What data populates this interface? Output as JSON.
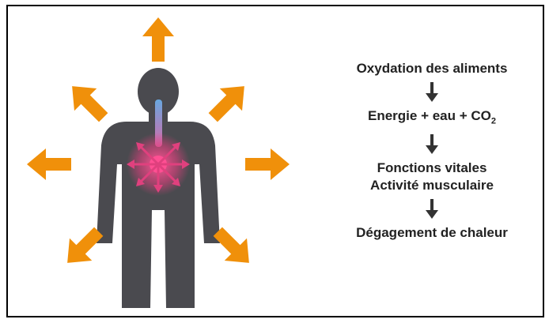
{
  "colors": {
    "body": "#4a4a4f",
    "heat_arrow": "#f0900a",
    "airway": "#68a8e0",
    "core": "#e0407e",
    "text": "#222222",
    "border": "#000000"
  },
  "icons": {
    "body": "human-silhouette-icon",
    "heat": "orange-arrow-icon",
    "flow": "down-arrow-icon"
  },
  "flow": {
    "step1": "Oxydation des aliments",
    "step2_prefix": "Energie + eau + CO",
    "step2_sub": "2",
    "step3_line1": "Fonctions vitales",
    "step3_line2": "Activité musculaire",
    "step4": "Dégagement de chaleur"
  }
}
